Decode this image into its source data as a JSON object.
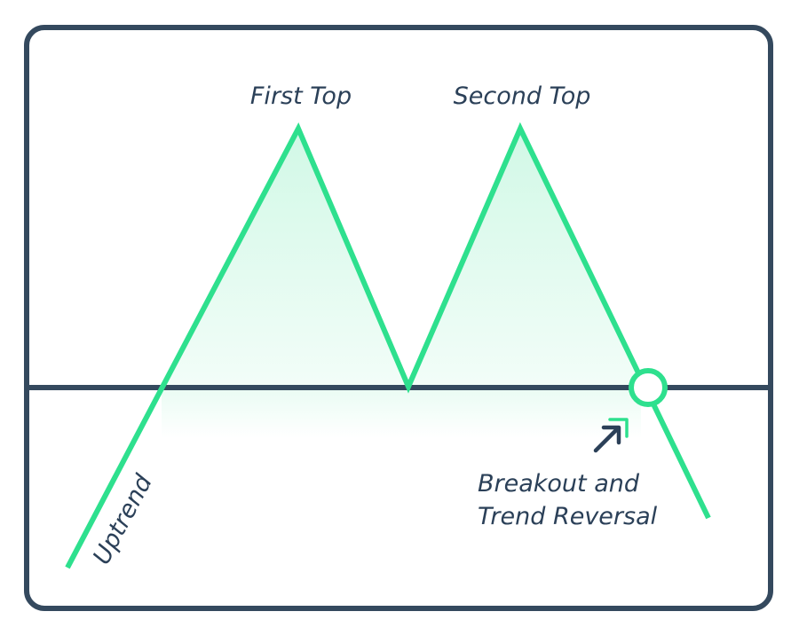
{
  "labels": {
    "first_top": "First Top",
    "second_top": "Second Top",
    "uptrend": "Uptrend",
    "breakout_line1": "Breakout and",
    "breakout_line2": "Trend Reversal"
  },
  "colors": {
    "frame": "#34495e",
    "neckline": "#34495e",
    "price_line": "#2ee08e",
    "fill": "#2ee08e",
    "text": "#2b4058",
    "breakout_marker_fill": "#ffffff"
  },
  "icons": {
    "breakout_arrow": "arrow-up-right-icon",
    "breakout_point": "circle-marker-icon"
  }
}
